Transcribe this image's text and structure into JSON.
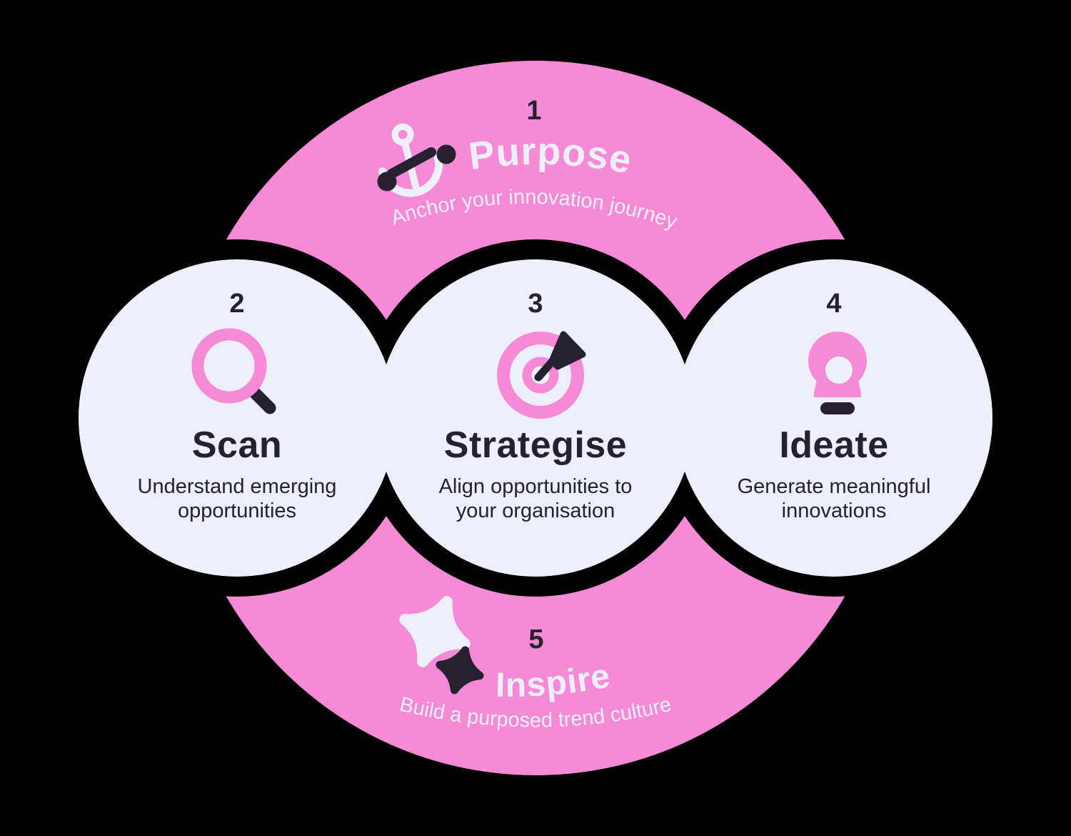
{
  "colors": {
    "background": "#000000",
    "pink": "#F78AD6",
    "light": "#EDEFFB",
    "dark": "#25212E"
  },
  "steps": {
    "purpose": {
      "number": "1",
      "title": "Purpose",
      "subtitle": "Anchor your innovation journey",
      "icon": "anchor-icon"
    },
    "scan": {
      "number": "2",
      "title": "Scan",
      "subtitle": "Understand emerging opportunities",
      "subtitle_line1": "Understand emerging",
      "subtitle_line2": "opportunities",
      "icon": "magnifying-glass-icon"
    },
    "strategise": {
      "number": "3",
      "title": "Strategise",
      "subtitle": "Align opportunities to your organisation",
      "subtitle_line1": "Align opportunities to",
      "subtitle_line2": "your organisation",
      "icon": "target-dart-icon"
    },
    "ideate": {
      "number": "4",
      "title": "Ideate",
      "subtitle": "Generate meaningful innovations",
      "subtitle_line1": "Generate meaningful",
      "subtitle_line2": "innovations",
      "icon": "lightbulb-icon"
    },
    "inspire": {
      "number": "5",
      "title": "Inspire",
      "subtitle": "Build a purposed trend culture",
      "icon": "sparkles-icon"
    }
  }
}
